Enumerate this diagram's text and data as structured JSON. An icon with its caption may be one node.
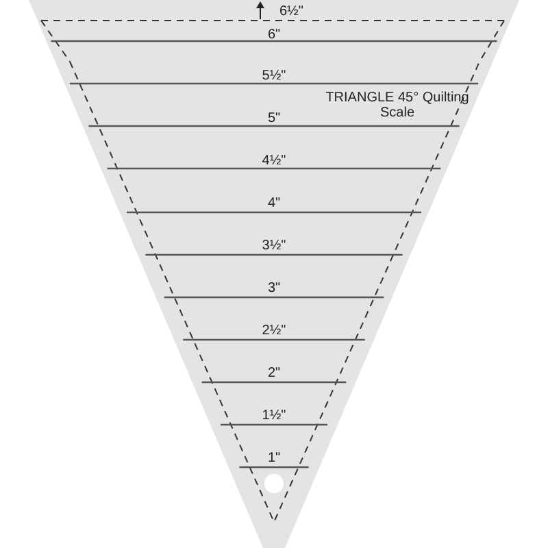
{
  "diagram": {
    "labels": [
      "6½\"",
      "6\"",
      "5½\"",
      "TRIANGLE 45° Quilting Scale",
      "5\"",
      "4½\"",
      "4\"",
      "3½\"",
      "3\"",
      "2½\"",
      "2\"",
      "1½\"",
      "1\""
    ]
  }
}
